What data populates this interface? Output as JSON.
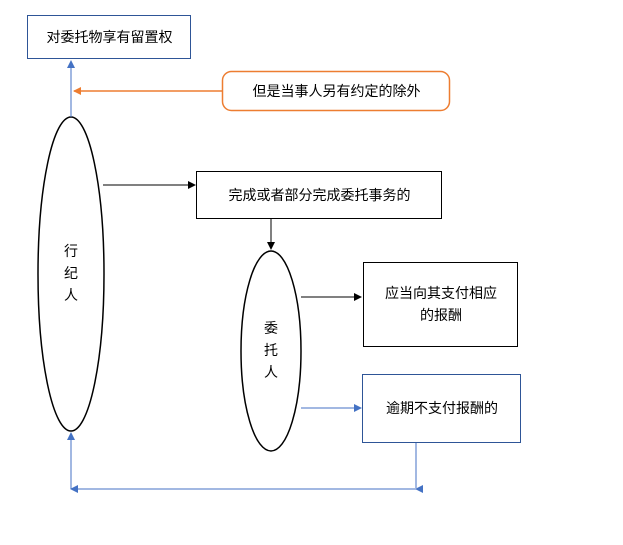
{
  "nodes": {
    "lien_right": "对委托物享有留置权",
    "exception": "但是当事人另有约定的除外",
    "completed_task": "完成或者部分完成委托事务的",
    "should_pay": "应当向其支付相应\n的报酬",
    "overdue_unpaid": "逾期不支付报酬的",
    "broker": "行\n纪\n人",
    "principal": "委\n托\n人"
  },
  "colors": {
    "black": "#000000",
    "blue_border": "#2E5597",
    "blue_arrow": "#4472C4",
    "orange": "#ED7D31"
  }
}
